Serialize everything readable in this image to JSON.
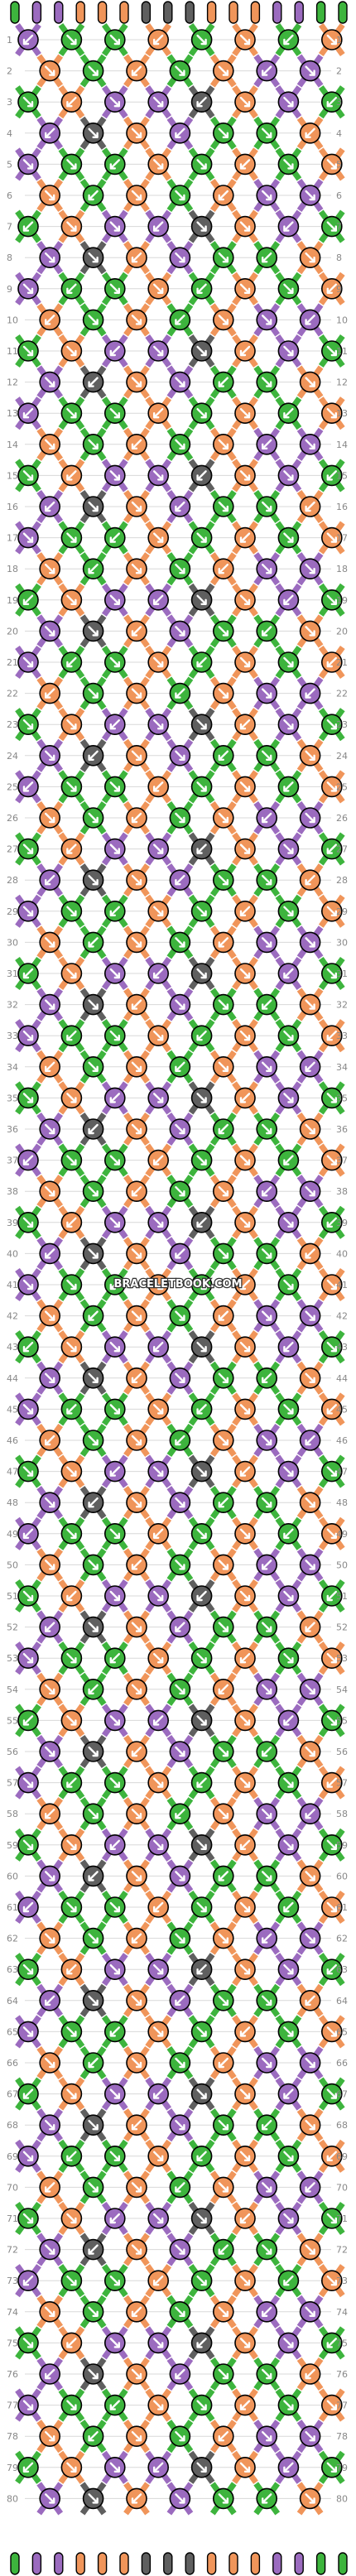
{
  "pattern": {
    "watermark": "BRACELETBOOK.COM",
    "row_count": 80,
    "strand_count": 16,
    "colors": {
      "purple": "#9b6bbf",
      "orange": "#f0955a",
      "dark": "#5f5f5f",
      "green": "#3db43d"
    },
    "top_strands": [
      "green",
      "purple",
      "purple",
      "orange",
      "orange",
      "orange",
      "dark",
      "dark",
      "dark",
      "orange",
      "orange",
      "orange",
      "purple",
      "purple",
      "green",
      "green"
    ],
    "row_labels": [
      "1",
      "2",
      "3",
      "4",
      "5",
      "6",
      "7",
      "8",
      "9",
      "10",
      "11",
      "12",
      "13",
      "14",
      "15",
      "16",
      "17",
      "18",
      "19",
      "20",
      "21",
      "22",
      "23",
      "24",
      "25",
      "26",
      "27",
      "28",
      "29",
      "30",
      "31",
      "32",
      "33",
      "34",
      "35",
      "36",
      "37",
      "38",
      "39",
      "40",
      "41",
      "42",
      "43",
      "44",
      "45",
      "46",
      "47",
      "48",
      "49",
      "50",
      "51",
      "52",
      "53",
      "54",
      "55",
      "56",
      "57",
      "58",
      "59",
      "60",
      "61",
      "62",
      "63",
      "64",
      "65",
      "66",
      "67",
      "68",
      "69",
      "70",
      "71",
      "72",
      "73",
      "74",
      "75",
      "76",
      "77",
      "78",
      "79",
      "80"
    ]
  }
}
